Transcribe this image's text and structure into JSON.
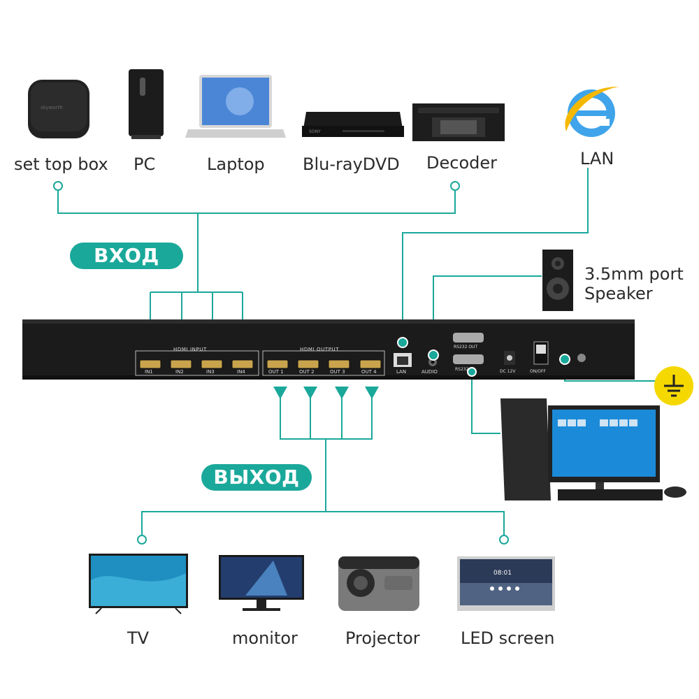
{
  "input_devices": [
    {
      "label": "set top box",
      "icon": "set-top-box-icon"
    },
    {
      "label": "PC",
      "icon": "pc-tower-icon"
    },
    {
      "label": "Laptop",
      "icon": "laptop-icon"
    },
    {
      "label": "Blu-rayDVD",
      "icon": "bluray-player-icon"
    },
    {
      "label": "Decoder",
      "icon": "decoder-icon"
    }
  ],
  "lan": {
    "label": "LAN",
    "icon": "internet-explorer-icon"
  },
  "speaker": {
    "line1": "3.5mm port",
    "line2": "Speaker",
    "icon": "speaker-icon"
  },
  "input_pill": "ВХОД",
  "output_pill": "ВЫХОД",
  "panel": {
    "input_group": "HDMI INPUT",
    "output_group": "HDMI OUTPUT",
    "inputs": [
      "IN1",
      "IN2",
      "IN3",
      "IN4"
    ],
    "outputs": [
      "OUT 1",
      "OUT 2",
      "OUT 3",
      "OUT 4"
    ],
    "lan_port": "LAN",
    "audio_port": "AUDIO",
    "rs232_out": "RS232 OUT",
    "rs232_in": "RS232 IN",
    "dc": "DC 12V",
    "power": "ON/OFF"
  },
  "output_devices": [
    {
      "label": "TV",
      "icon": "tv-icon"
    },
    {
      "label": "monitor",
      "icon": "monitor-icon"
    },
    {
      "label": "Projector",
      "icon": "projector-icon"
    },
    {
      "label": "LED screen",
      "icon": "led-screen-icon"
    }
  ],
  "colors": {
    "accent": "#1aa89a",
    "device": "#1f1f1f",
    "ground": "#f5d800"
  }
}
